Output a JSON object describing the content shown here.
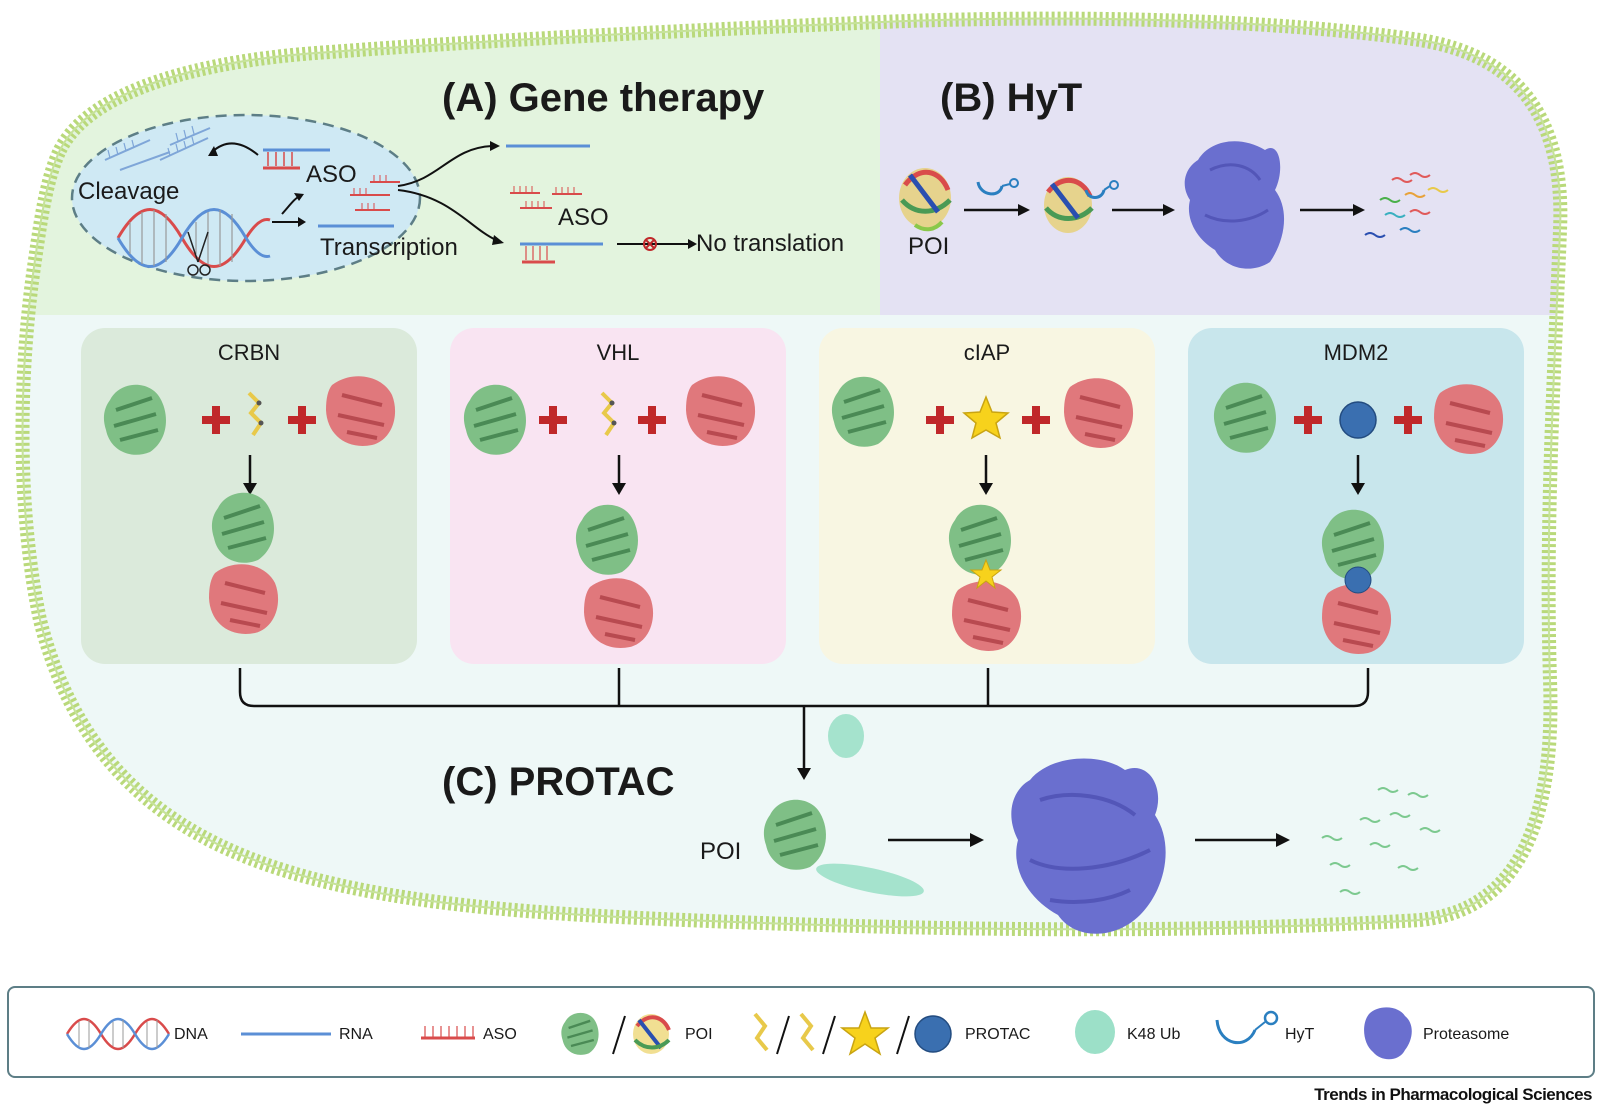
{
  "panel_a": {
    "title": "(A) Gene therapy",
    "cleavage": "Cleavage",
    "aso_1": "ASO",
    "aso_2": "ASO",
    "transcription": "Transcription",
    "no_translation": "No translation"
  },
  "panel_b": {
    "title": "(B) HyT",
    "poi": "POI"
  },
  "ligases": [
    {
      "name": "CRBN",
      "ligand": "ligand-molecule",
      "bg": "#dbeadb"
    },
    {
      "name": "VHL",
      "ligand": "ligand-molecule",
      "bg": "#f9e4f2"
    },
    {
      "name": "cIAP",
      "ligand": "star",
      "bg": "#f8f6e2"
    },
    {
      "name": "MDM2",
      "ligand": "circle",
      "bg": "#c8e6ec"
    }
  ],
  "panel_c": {
    "title": "(C) PROTAC",
    "poi": "POI"
  },
  "legend": {
    "dna": "DNA",
    "rna": "RNA",
    "aso": "ASO",
    "poi": "POI",
    "protac": "PROTAC",
    "k48": "K48 Ub",
    "hyt": "HyT",
    "proteasome": "Proteasome"
  },
  "colors": {
    "membrane": "#b9d97a",
    "panel_a_bg": "#e3f4de",
    "panel_b_bg": "#e4e2f3",
    "panel_c_bg": "#eef8f7",
    "proteasome": "#6a6fcf",
    "poi_green": "#7fbf86",
    "e3_red": "#e0686c",
    "plus_red": "#c0282a",
    "star": "#f7d21c",
    "circle": "#3a6fb0",
    "rna_blue": "#5b8fd6",
    "aso_red": "#d94b4b"
  },
  "brand": "Trends in Pharmacological Sciences"
}
